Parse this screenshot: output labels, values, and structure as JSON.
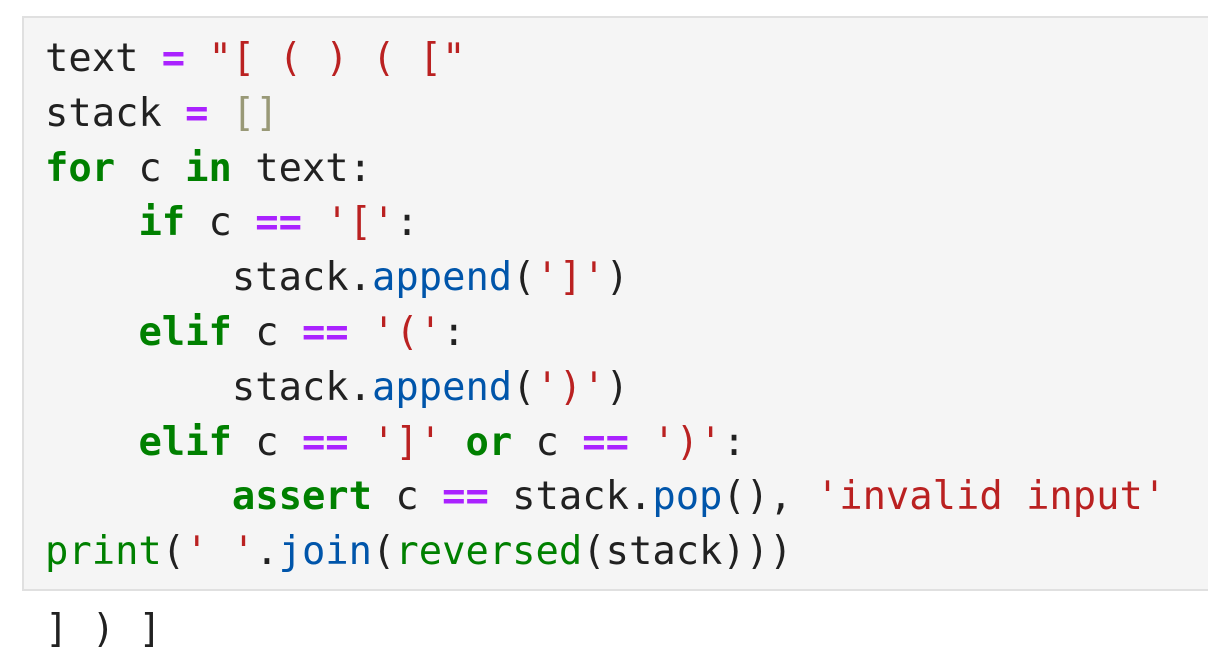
{
  "cell": {
    "lines": [
      [
        {
          "t": "text ",
          "c": ""
        },
        {
          "t": "=",
          "c": "op"
        },
        {
          "t": " ",
          "c": ""
        },
        {
          "t": "\"[ ( ) ( [\"",
          "c": "str"
        }
      ],
      [
        {
          "t": "stack ",
          "c": ""
        },
        {
          "t": "=",
          "c": "op"
        },
        {
          "t": " ",
          "c": ""
        },
        {
          "t": "[]",
          "c": "br"
        }
      ],
      [
        {
          "t": "for",
          "c": "kw"
        },
        {
          "t": " c ",
          "c": ""
        },
        {
          "t": "in",
          "c": "kw"
        },
        {
          "t": " text:",
          "c": ""
        }
      ],
      [
        {
          "t": "    ",
          "c": ""
        },
        {
          "t": "if",
          "c": "kw"
        },
        {
          "t": " c ",
          "c": ""
        },
        {
          "t": "==",
          "c": "op"
        },
        {
          "t": " ",
          "c": ""
        },
        {
          "t": "'['",
          "c": "str"
        },
        {
          "t": ":",
          "c": ""
        }
      ],
      [
        {
          "t": "        stack.",
          "c": ""
        },
        {
          "t": "append",
          "c": "fn"
        },
        {
          "t": "(",
          "c": ""
        },
        {
          "t": "']'",
          "c": "str"
        },
        {
          "t": ")",
          "c": ""
        }
      ],
      [
        {
          "t": "    ",
          "c": ""
        },
        {
          "t": "elif",
          "c": "kw"
        },
        {
          "t": " c ",
          "c": ""
        },
        {
          "t": "==",
          "c": "op"
        },
        {
          "t": " ",
          "c": ""
        },
        {
          "t": "'('",
          "c": "str"
        },
        {
          "t": ":",
          "c": ""
        }
      ],
      [
        {
          "t": "        stack.",
          "c": ""
        },
        {
          "t": "append",
          "c": "fn"
        },
        {
          "t": "(",
          "c": ""
        },
        {
          "t": "')'",
          "c": "str"
        },
        {
          "t": ")",
          "c": ""
        }
      ],
      [
        {
          "t": "    ",
          "c": ""
        },
        {
          "t": "elif",
          "c": "kw"
        },
        {
          "t": " c ",
          "c": ""
        },
        {
          "t": "==",
          "c": "op"
        },
        {
          "t": " ",
          "c": ""
        },
        {
          "t": "']'",
          "c": "str"
        },
        {
          "t": " ",
          "c": ""
        },
        {
          "t": "or",
          "c": "kw"
        },
        {
          "t": " c ",
          "c": ""
        },
        {
          "t": "==",
          "c": "op"
        },
        {
          "t": " ",
          "c": ""
        },
        {
          "t": "')'",
          "c": "str"
        },
        {
          "t": ":",
          "c": ""
        }
      ],
      [
        {
          "t": "        ",
          "c": ""
        },
        {
          "t": "assert",
          "c": "kw"
        },
        {
          "t": " c ",
          "c": ""
        },
        {
          "t": "==",
          "c": "op"
        },
        {
          "t": " stack.",
          "c": ""
        },
        {
          "t": "pop",
          "c": "fn"
        },
        {
          "t": "(), ",
          "c": ""
        },
        {
          "t": "'invalid input'",
          "c": "str"
        }
      ],
      [
        {
          "t": "print",
          "c": "bi"
        },
        {
          "t": "(",
          "c": ""
        },
        {
          "t": "' '",
          "c": "str"
        },
        {
          "t": ".",
          "c": ""
        },
        {
          "t": "join",
          "c": "fn"
        },
        {
          "t": "(",
          "c": ""
        },
        {
          "t": "reversed",
          "c": "bi"
        },
        {
          "t": "(stack)))",
          "c": ""
        }
      ]
    ]
  },
  "output": {
    "text": "] ) ]"
  }
}
